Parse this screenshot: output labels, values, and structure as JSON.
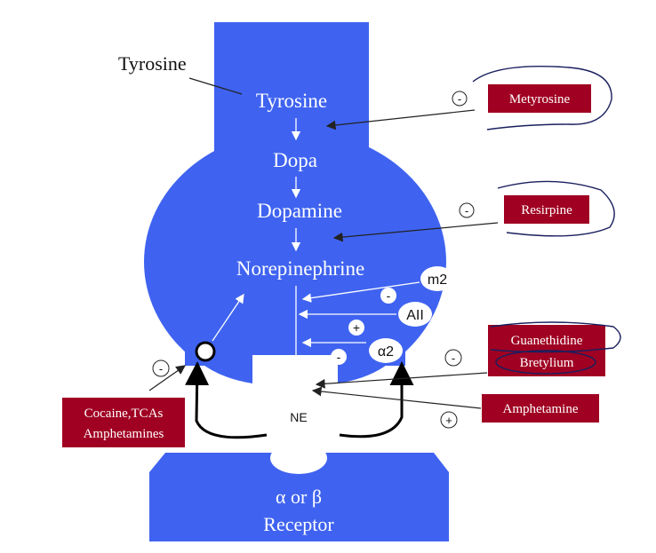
{
  "labels": {
    "tyrosine_outside": "Tyrosine",
    "tyrosine": "Tyrosine",
    "dopa": "Dopa",
    "dopamine": "Dopamine",
    "norepinephrine": "Norepinephrine",
    "ne": "NE",
    "receptor_line1": "α or β",
    "receptor_line2": "Receptor"
  },
  "receptors": {
    "m2": "m2",
    "aii": "AII",
    "alpha2": "α2"
  },
  "drugs": {
    "metyrosine": "Metyrosine",
    "resirpine": "Resirpine",
    "guanethidine": "Guanethidine",
    "bretylium": "Bretylium",
    "amphetamine": "Amphetamine",
    "cocaine_line1": "Cocaine,TCAs",
    "cocaine_line2": "Amphetamines"
  },
  "signs": {
    "minus": "-",
    "plus": "+"
  },
  "colors": {
    "neuron_blue": "#3f63f0",
    "drug_box": "#a00022",
    "annotation_ink": "#1a1f5e"
  }
}
